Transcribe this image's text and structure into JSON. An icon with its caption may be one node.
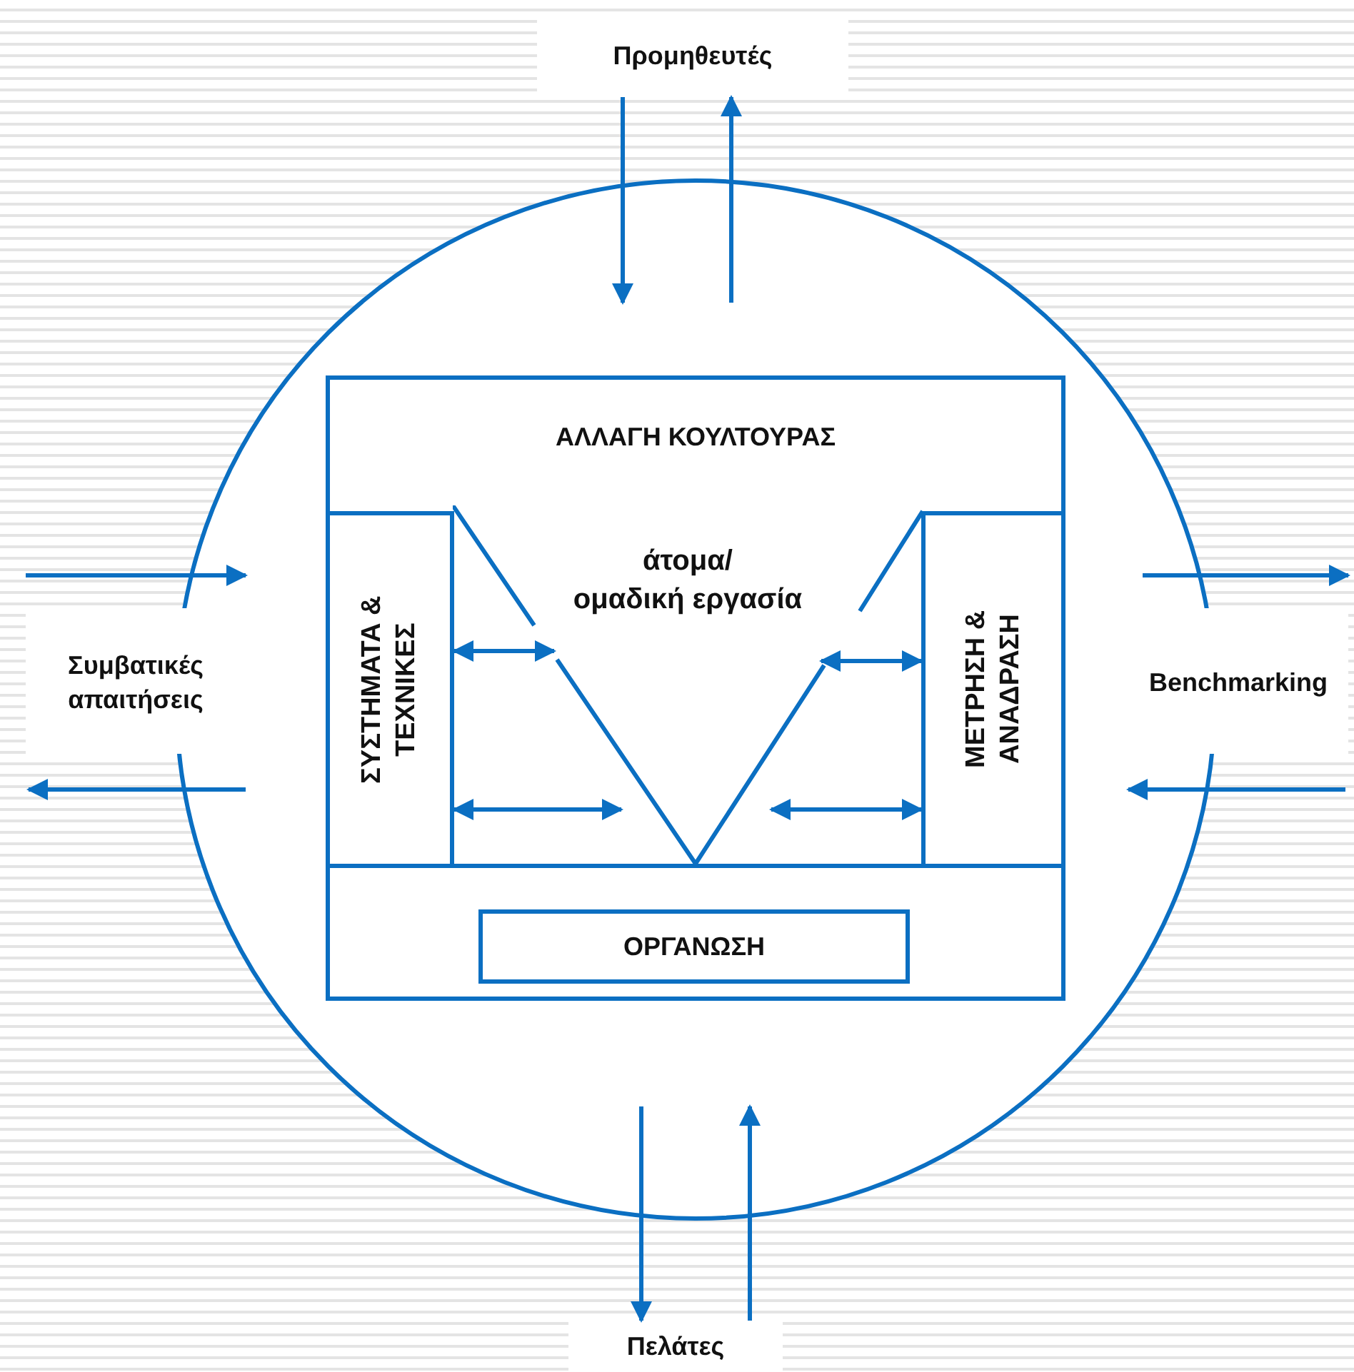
{
  "diagram": {
    "nodes": [
      {
        "text": [],
        "shape": "circle"
      },
      {
        "text": [
          "ΑΛΛΑΓΗ ΚΟΥΛΤΟΥΡΑΣ"
        ],
        "in": 0
      },
      {
        "text": [
          "ΣΥΣΤΗΜΑΤΑ & ΤΕΧΝΙΚΕΣ"
        ],
        "in": 1
      },
      {
        "text": [
          "άτομα/ ομαδική εργασία"
        ],
        "in": 1
      },
      {
        "text": [
          "ΜΕΤΡΗΣΗ & ΑΝΑΔΡΑΣΗ"
        ],
        "in": 1
      },
      {
        "text": [
          "ΟΡΓΑΝΩΣΗ"
        ],
        "in": 1
      },
      {
        "text": [
          "Προμηθευτές"
        ]
      },
      {
        "text": [
          "Συμβατικές απαιτήσεις"
        ]
      },
      {
        "text": [
          "Benchmarking"
        ]
      },
      {
        "text": [
          "Πελάτες"
        ]
      }
    ],
    "edges": [
      {
        "from": 6,
        "to": null,
        "arrow": "to"
      },
      {
        "from": null,
        "to": 6,
        "arrow": "to"
      },
      {
        "from": null,
        "to": 7,
        "arrow": "to"
      },
      {
        "from": null,
        "to": 7,
        "arrow": "to"
      },
      {
        "from": null,
        "to": 8,
        "arrow": "to"
      },
      {
        "from": null,
        "to": 8,
        "arrow": "to"
      },
      {
        "from": null,
        "to": 9,
        "arrow": "to"
      },
      {
        "from": 9,
        "to": null,
        "arrow": "to"
      },
      {
        "from": 2,
        "to": 3,
        "arrow": "both"
      },
      {
        "from": 2,
        "to": 3,
        "arrow": "both"
      },
      {
        "from": 3,
        "to": 4,
        "arrow": "both"
      },
      {
        "from": 3,
        "to": 4,
        "arrow": "both"
      }
    ]
  }
}
